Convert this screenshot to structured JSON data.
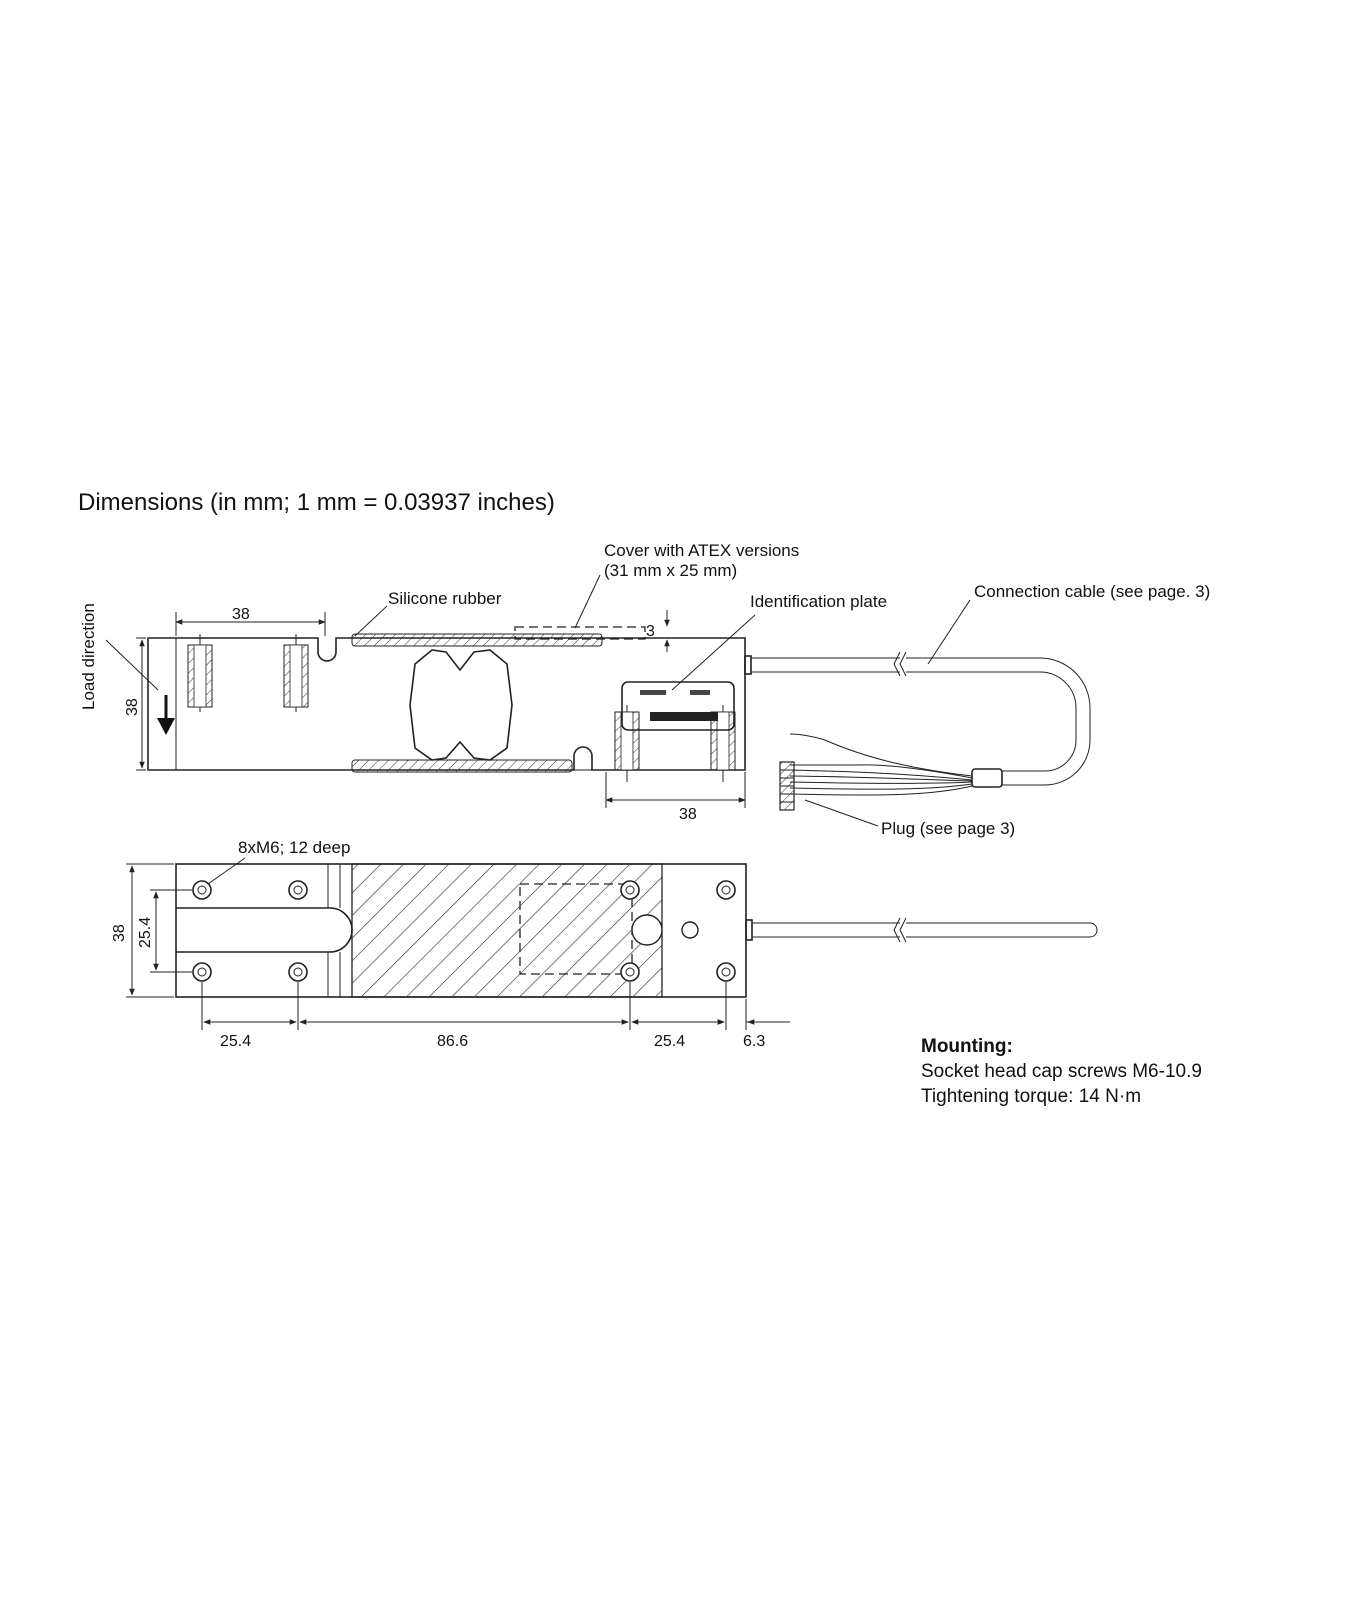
{
  "title": "Dimensions (in mm; 1 mm = 0.03937 inches)",
  "labels": {
    "cover_line1": "Cover with ATEX versions",
    "cover_line2": "(31 mm x 25 mm)",
    "silicone": "Silicone rubber",
    "idplate": "Identification plate",
    "cable": "Connection cable (see page. 3)",
    "load_direction": "Load direction",
    "plug": "Plug (see page 3)",
    "threads": "8xM6; 12 deep"
  },
  "dimensions": {
    "side_top_width": "38",
    "side_height": "38",
    "cover_offset": "3",
    "side_bottom_width": "38",
    "top_height": "38",
    "top_inner_height": "25.4",
    "spacing_left": "25.4",
    "spacing_mid": "86.6",
    "spacing_right": "25.4",
    "end_offset": "6.3"
  },
  "mounting": {
    "heading": "Mounting:",
    "line1": "Socket head cap screws M6-10.9",
    "line2": "Tightening torque: 14 N·m"
  }
}
